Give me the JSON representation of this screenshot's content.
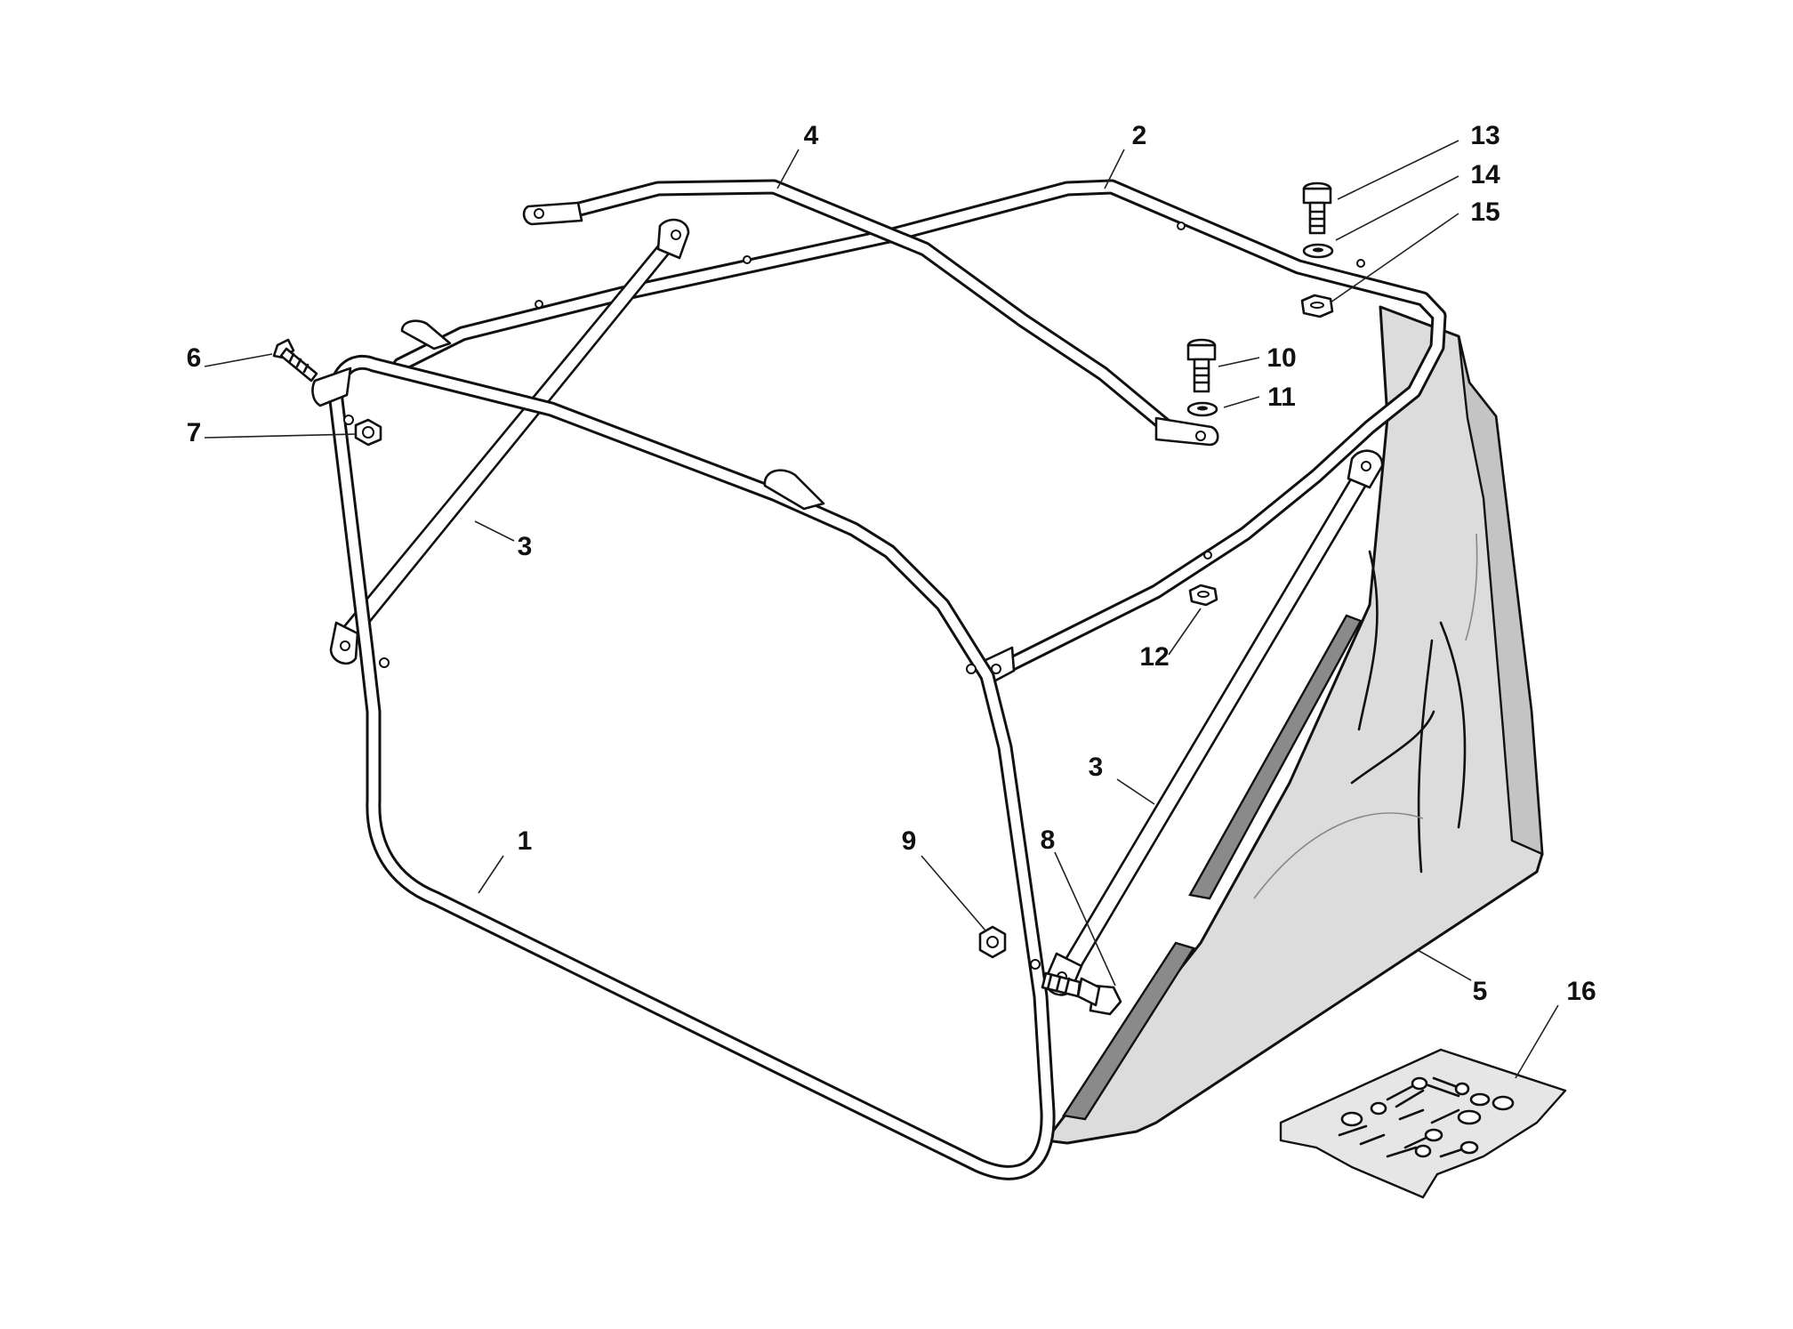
{
  "callouts": [
    {
      "id": "c1",
      "label": "1"
    },
    {
      "id": "c2",
      "label": "2"
    },
    {
      "id": "c3a",
      "label": "3"
    },
    {
      "id": "c3b",
      "label": "3"
    },
    {
      "id": "c4",
      "label": "4"
    },
    {
      "id": "c5",
      "label": "5"
    },
    {
      "id": "c6",
      "label": "6"
    },
    {
      "id": "c7",
      "label": "7"
    },
    {
      "id": "c8",
      "label": "8"
    },
    {
      "id": "c9",
      "label": "9"
    },
    {
      "id": "c10",
      "label": "10"
    },
    {
      "id": "c11",
      "label": "11"
    },
    {
      "id": "c12",
      "label": "12"
    },
    {
      "id": "c13",
      "label": "13"
    },
    {
      "id": "c14",
      "label": "14"
    },
    {
      "id": "c15",
      "label": "15"
    },
    {
      "id": "c16",
      "label": "16"
    }
  ],
  "colors": {
    "line": "#111111",
    "fabric": "#dcdcdc",
    "fabric_shadow": "#c4c4c4",
    "strip": "#8a8a8a",
    "bag": "#e6e6e6"
  }
}
